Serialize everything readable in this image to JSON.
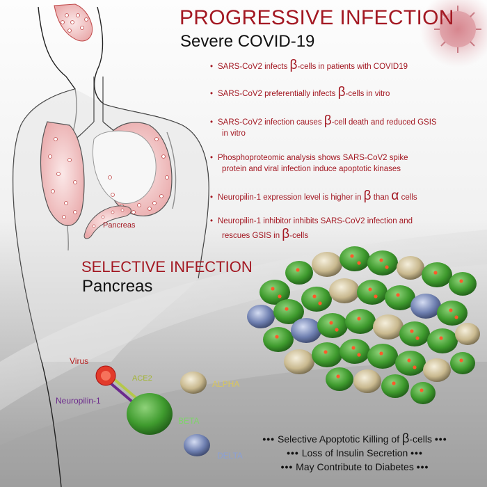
{
  "header": {
    "title": "PROGRESSIVE INFECTION",
    "subtitle": "Severe COVID-19"
  },
  "findings": [
    {
      "pre": "SARS-CoV2 infects ",
      "sym": "β",
      "post": "-cells in patients  with COVID19",
      "line2": ""
    },
    {
      "pre": "SARS-CoV2 preferentially infects ",
      "sym": "β",
      "post": "-cells in vitro",
      "line2": ""
    },
    {
      "pre": "SARS-CoV2 infection causes ",
      "sym": "β",
      "post": "-cell death and reduced GSIS",
      "line2": "in vitro"
    },
    {
      "pre": "Phosphoproteomic analysis shows SARS-CoV2 spike",
      "sym": "",
      "post": "",
      "line2": "protein and viral infection induce apoptotic kinases"
    },
    {
      "pre": "Neuropilin-1 expression level is higher in ",
      "sym": "β",
      "post": " than ",
      "sym2": "α",
      "post2": " cells",
      "line2": ""
    },
    {
      "pre": "Neuropilin-1 inhibitor inhibits SARS-CoV2 infection and",
      "sym": "",
      "post": "",
      "line2": "rescues GSIS in ",
      "line2sym": "β",
      "line2post": "-cells"
    }
  ],
  "bullet_glyph": "•",
  "body_label": "Pancreas",
  "section2": {
    "title": "SELECTIVE INFECTION",
    "subtitle": "Pancreas"
  },
  "legend": {
    "virus": "Virus",
    "ace2": "ACE2",
    "neuropilin": "Neuropilin-1",
    "alpha": "ALPHA",
    "beta": "BETA",
    "delta": "DELTA"
  },
  "summary": {
    "dots": "•••",
    "line1_pre": "Selective Apoptotic Killing of ",
    "line1_sym": "β",
    "line1_post": "-cells",
    "line2": "Loss of Insulin Secretion",
    "line3": "May Contribute to Diabetes"
  },
  "colors": {
    "accent_red": "#a31822",
    "beta_green": "#3f9b2e",
    "alpha_beige": "#c9b98f",
    "delta_blue": "#6e7fb0",
    "virus_red": "#e23a2a",
    "ace2_green": "#b5c84a",
    "neuropilin_purple": "#6b2a8c"
  }
}
